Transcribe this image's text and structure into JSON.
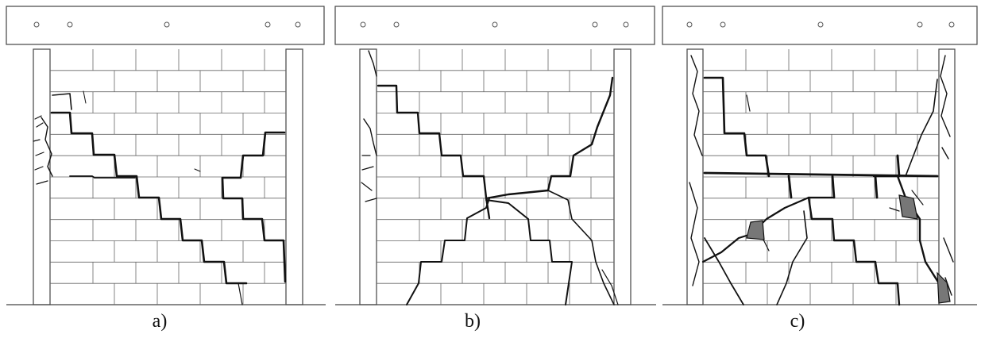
{
  "figure": {
    "panels": [
      {
        "id": "a",
        "caption": "a)"
      },
      {
        "id": "b",
        "caption": "b)"
      },
      {
        "id": "c",
        "caption": "c)"
      }
    ]
  }
}
